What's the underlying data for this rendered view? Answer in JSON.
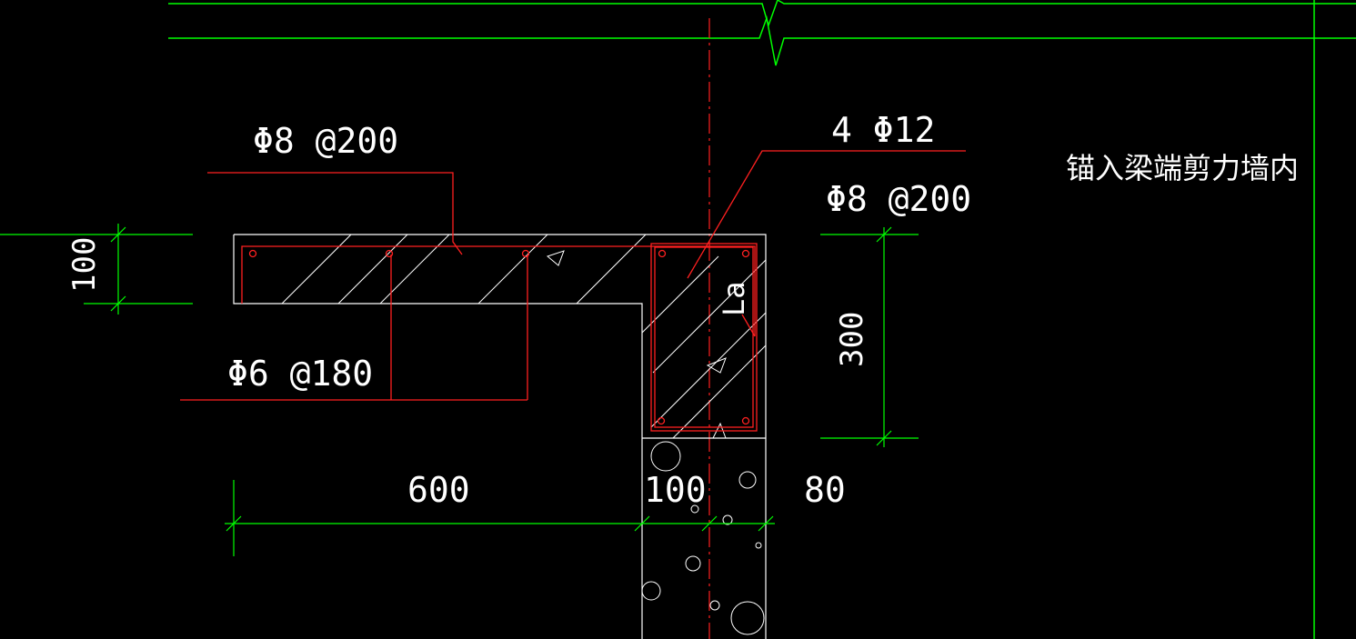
{
  "annotations": {
    "top_slab_rebar": "Φ8 @200",
    "bottom_slab_rebar": "Φ6 @180",
    "beam_longitudinal": "4 Φ12",
    "beam_stirrup": "Φ8 @200",
    "anchor_note": "锚入梁端剪力墙内",
    "anchorage_label": "La"
  },
  "dimensions": {
    "slab_thickness": "100",
    "beam_height": "300",
    "slab_length": "600",
    "wall_width": "100",
    "beam_extension": "80"
  },
  "colors": {
    "background": "#000000",
    "concrete_outline": "#ffffff",
    "rebar": "#ff2020",
    "dimension": "#00ff00",
    "text": "#ffffff"
  }
}
